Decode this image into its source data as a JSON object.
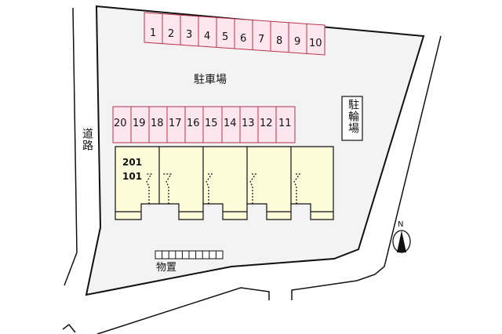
{
  "map": {
    "parking_label": "駐車場",
    "bicycle_parking_label": "駐輪場",
    "road_label": "道路",
    "storage_label": "物置",
    "compass_label": "N",
    "units": [
      "201",
      "101"
    ],
    "parking_top_row": [
      "1",
      "2",
      "3",
      "4",
      "5",
      "6",
      "7",
      "8",
      "9",
      "10"
    ],
    "parking_bottom_row": [
      "20",
      "19",
      "18",
      "17",
      "16",
      "15",
      "14",
      "13",
      "12",
      "11"
    ],
    "colors": {
      "lot_fill": "#f3f3f3",
      "parking_fill": "#fde6ee",
      "parking_border": "#b8334f",
      "building_fill": "#fdfbd8",
      "line": "#111111"
    }
  }
}
